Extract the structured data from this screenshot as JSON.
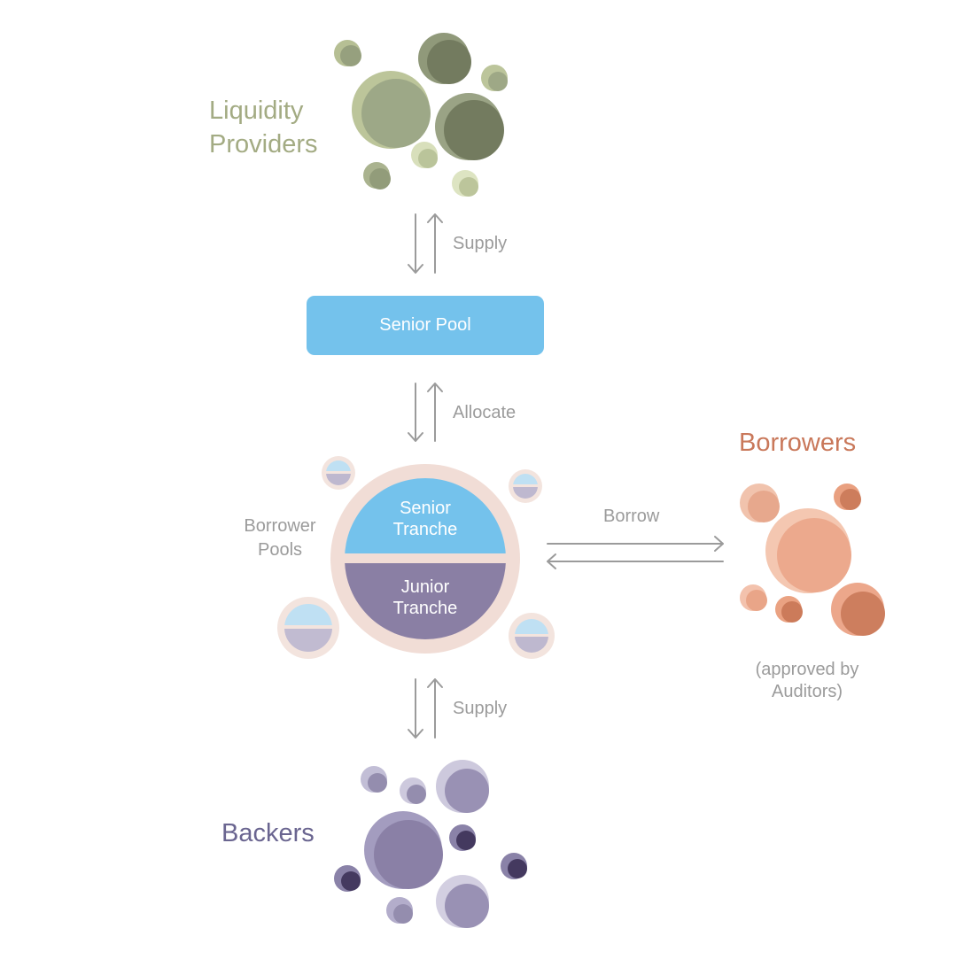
{
  "groups": {
    "liquidity_providers": {
      "label": "Liquidity\nProviders",
      "color": "#a3ab83"
    },
    "borrowers": {
      "label": "Borrowers",
      "note": "(approved by\nAuditors)",
      "color": "#c9785a"
    },
    "backers": {
      "label": "Backers",
      "color": "#6a6590"
    }
  },
  "senior_pool": {
    "label": "Senior Pool",
    "color": "#74c2ec"
  },
  "borrower_pools": {
    "label": "Borrower\nPools",
    "senior_tranche": "Senior\nTranche",
    "junior_tranche": "Junior\nTranche",
    "senior_color": "#74c2ec",
    "junior_color": "#8a7fa4"
  },
  "flows": {
    "lp_supply": "Supply",
    "allocate": "Allocate",
    "borrow": "Borrow",
    "backers_supply": "Supply"
  },
  "colors": {
    "arrow": "#9b9b9b",
    "ring": "#f0dcd6"
  }
}
